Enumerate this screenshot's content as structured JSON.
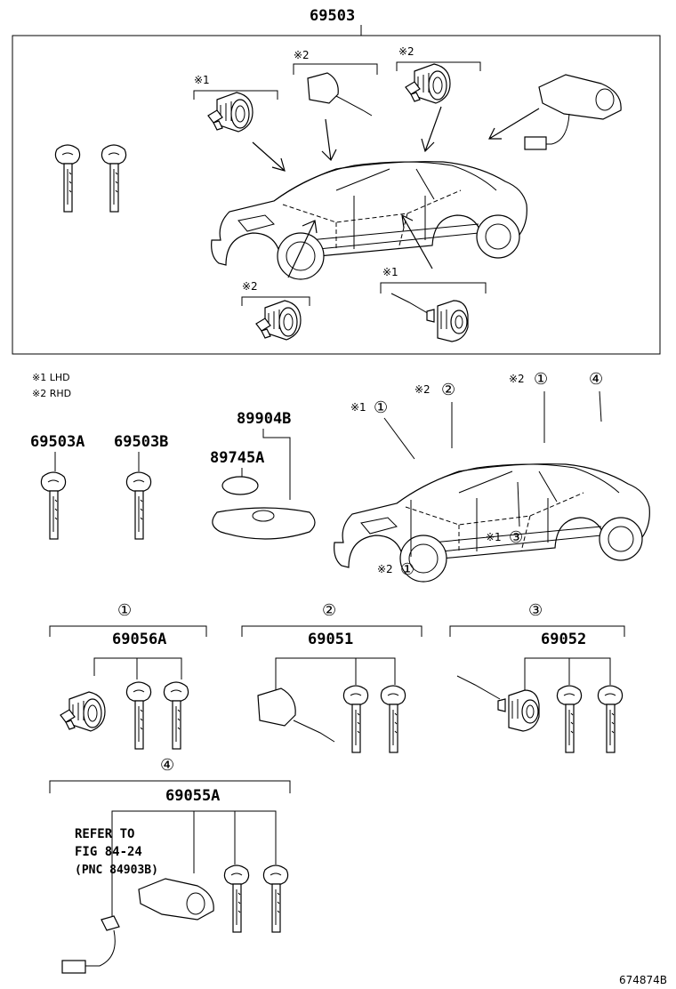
{
  "labels": {
    "assembly": "69503",
    "key_a": "69503A",
    "key_b": "69503B",
    "transmitter": "89904B",
    "battery": "89745A",
    "set1": "69056A",
    "set2": "69051",
    "set3": "69052",
    "set4": "69055A",
    "figure_id": "674874B"
  },
  "legend": {
    "lhd": "※1 LHD",
    "rhd": "※2 RHD"
  },
  "marks": {
    "m1": "※1",
    "m2": "※2"
  },
  "callouts": {
    "c1": "①",
    "c2": "②",
    "c3": "③",
    "c4": "④"
  },
  "refer": {
    "line1": "REFER TO",
    "line2": "FIG 84-24",
    "line3": "(PNC 84903B)"
  }
}
